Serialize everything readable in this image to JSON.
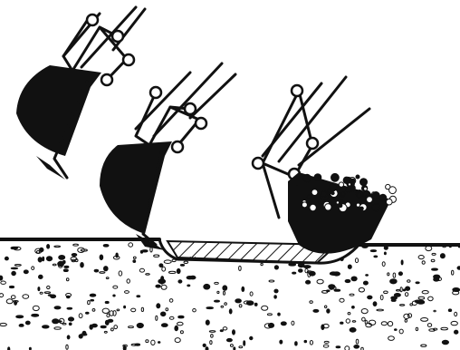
{
  "figure": {
    "colors": {
      "ink": "#111111",
      "paper": "#ffffff"
    },
    "icons": [
      "excavator-bucket-icon",
      "soil-icon",
      "cut-profile-icon"
    ],
    "stages": [
      {
        "name": "bucket-raised",
        "state": "empty"
      },
      {
        "name": "bucket-digging",
        "state": "empty"
      },
      {
        "name": "bucket-loaded",
        "state": "full"
      }
    ]
  }
}
